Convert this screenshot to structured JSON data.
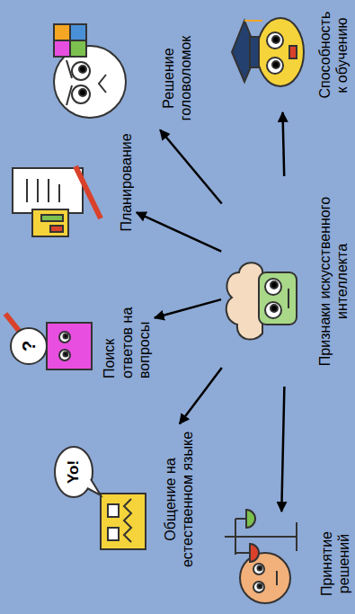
{
  "diagram": {
    "nodes": [
      {
        "text": [
          "Признаки искусственного интеллекта"
        ]
      },
      {
        "text": [
          "Принятие решений"
        ]
      },
      {
        "text": [
          "Общение на естественном языке"
        ]
      },
      {
        "text": [
          "Поиск ответов на вопросы"
        ]
      },
      {
        "text": [
          "Планирование"
        ]
      },
      {
        "text": [
          "Решение головоломок"
        ]
      },
      {
        "text": [
          "Способность к обучению"
        ]
      }
    ],
    "edges": [
      {
        "from": 0,
        "to": 1,
        "arrow": "to"
      },
      {
        "from": 0,
        "to": 2,
        "arrow": "to"
      },
      {
        "from": 0,
        "to": 3,
        "arrow": "to"
      },
      {
        "from": 0,
        "to": 4,
        "arrow": "to"
      },
      {
        "from": 0,
        "to": 5,
        "arrow": "to"
      },
      {
        "from": 0,
        "to": 6,
        "arrow": "to"
      }
    ],
    "labels": [
      "Yo!",
      "?"
    ]
  }
}
